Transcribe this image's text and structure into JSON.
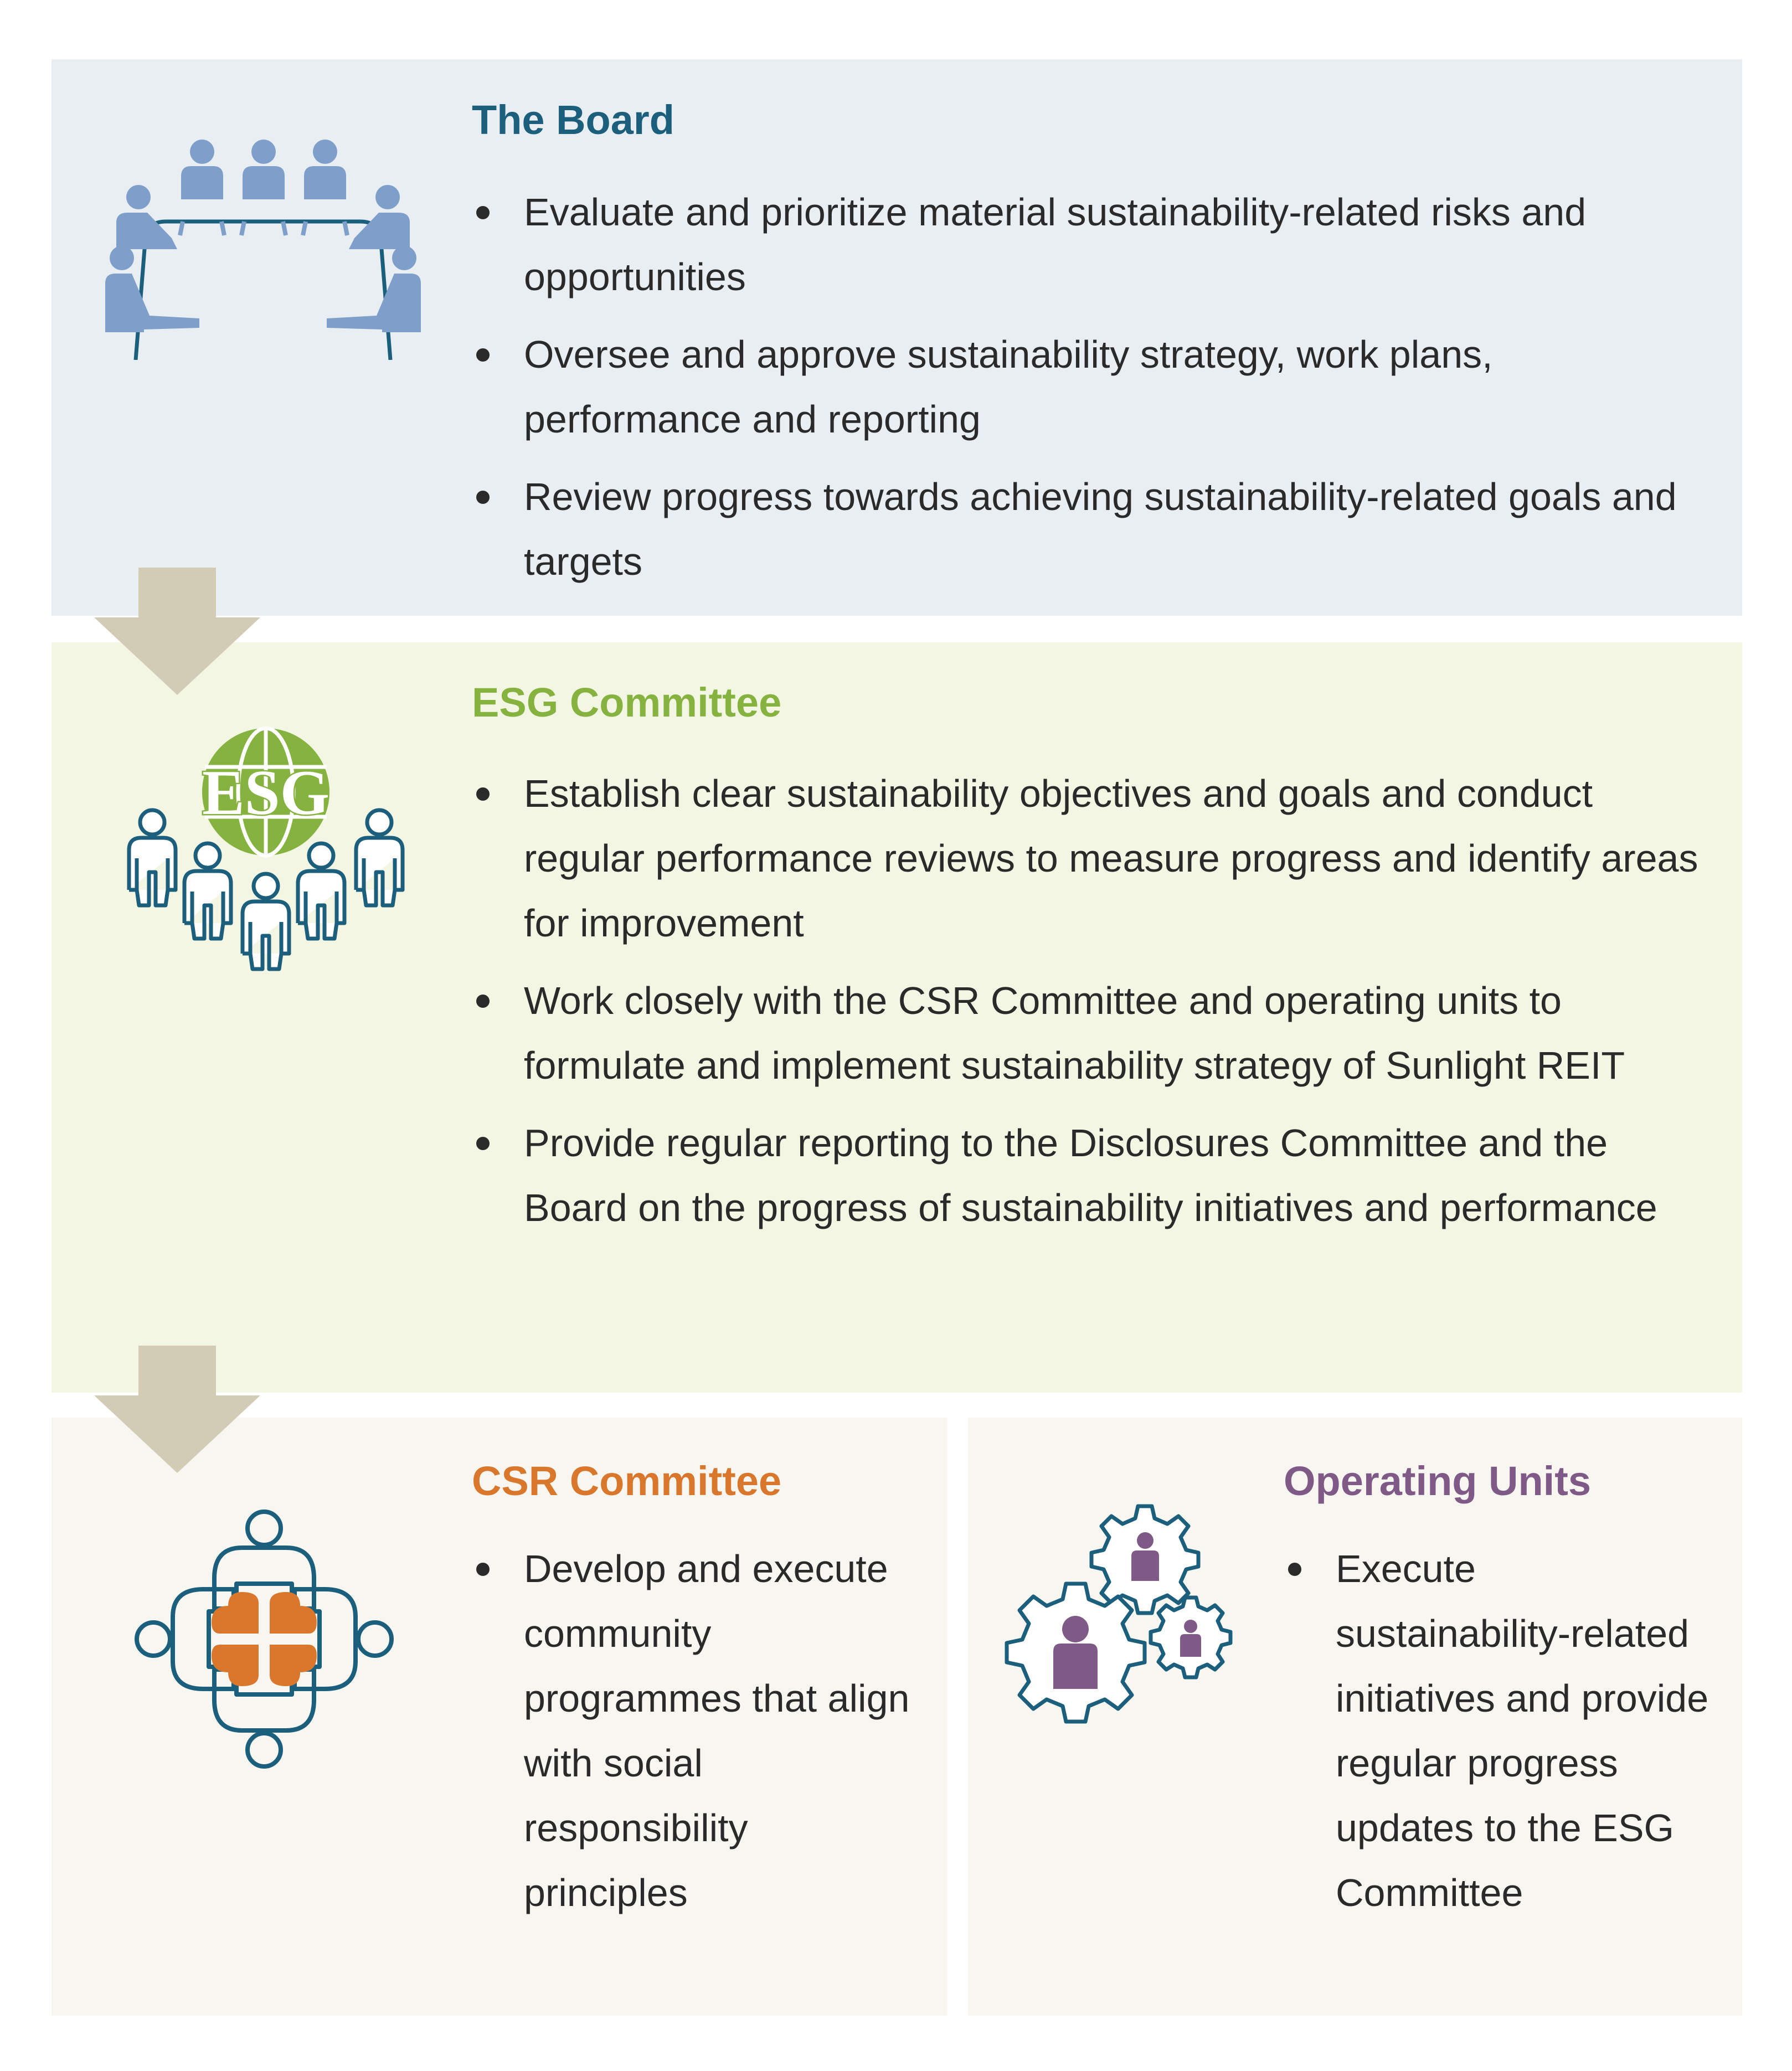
{
  "colors": {
    "board_accent": "#1c5f7c",
    "esg_accent": "#86b340",
    "csr_accent": "#d9782c",
    "ops_accent": "#7f5a87",
    "arrow": "#d2ccb6"
  },
  "board": {
    "title": "The Board",
    "icon": "boardroom-meeting-icon",
    "bullets": [
      "Evaluate and prioritize material sustainability-related risks and opportunities",
      "Oversee and approve sustainability strategy, work plans, performance and reporting",
      "Review progress towards achieving sustainability-related goals and targets"
    ]
  },
  "esg": {
    "title": "ESG Committee",
    "icon": "esg-globe-team-icon",
    "globe_label": "ESG",
    "bullets": [
      "Establish clear sustainability objectives and goals and conduct regular performance reviews to measure progress and identify areas for improvement",
      "Work closely with the CSR Committee and operating units to formulate and implement sustainability strategy of Sunlight REIT",
      "Provide regular reporting to the Disclosures Committee and the Board on the progress of sustainability initiatives and performance"
    ]
  },
  "csr": {
    "title": "CSR Committee",
    "icon": "community-heart-icon",
    "bullets": [
      "Develop and execute community programmes that align with social responsibility principles"
    ]
  },
  "ops": {
    "title": "Operating Units",
    "icon": "gears-people-icon",
    "bullets": [
      "Execute sustainability-related initiatives and provide regular progress updates to the ESG Committee"
    ]
  }
}
